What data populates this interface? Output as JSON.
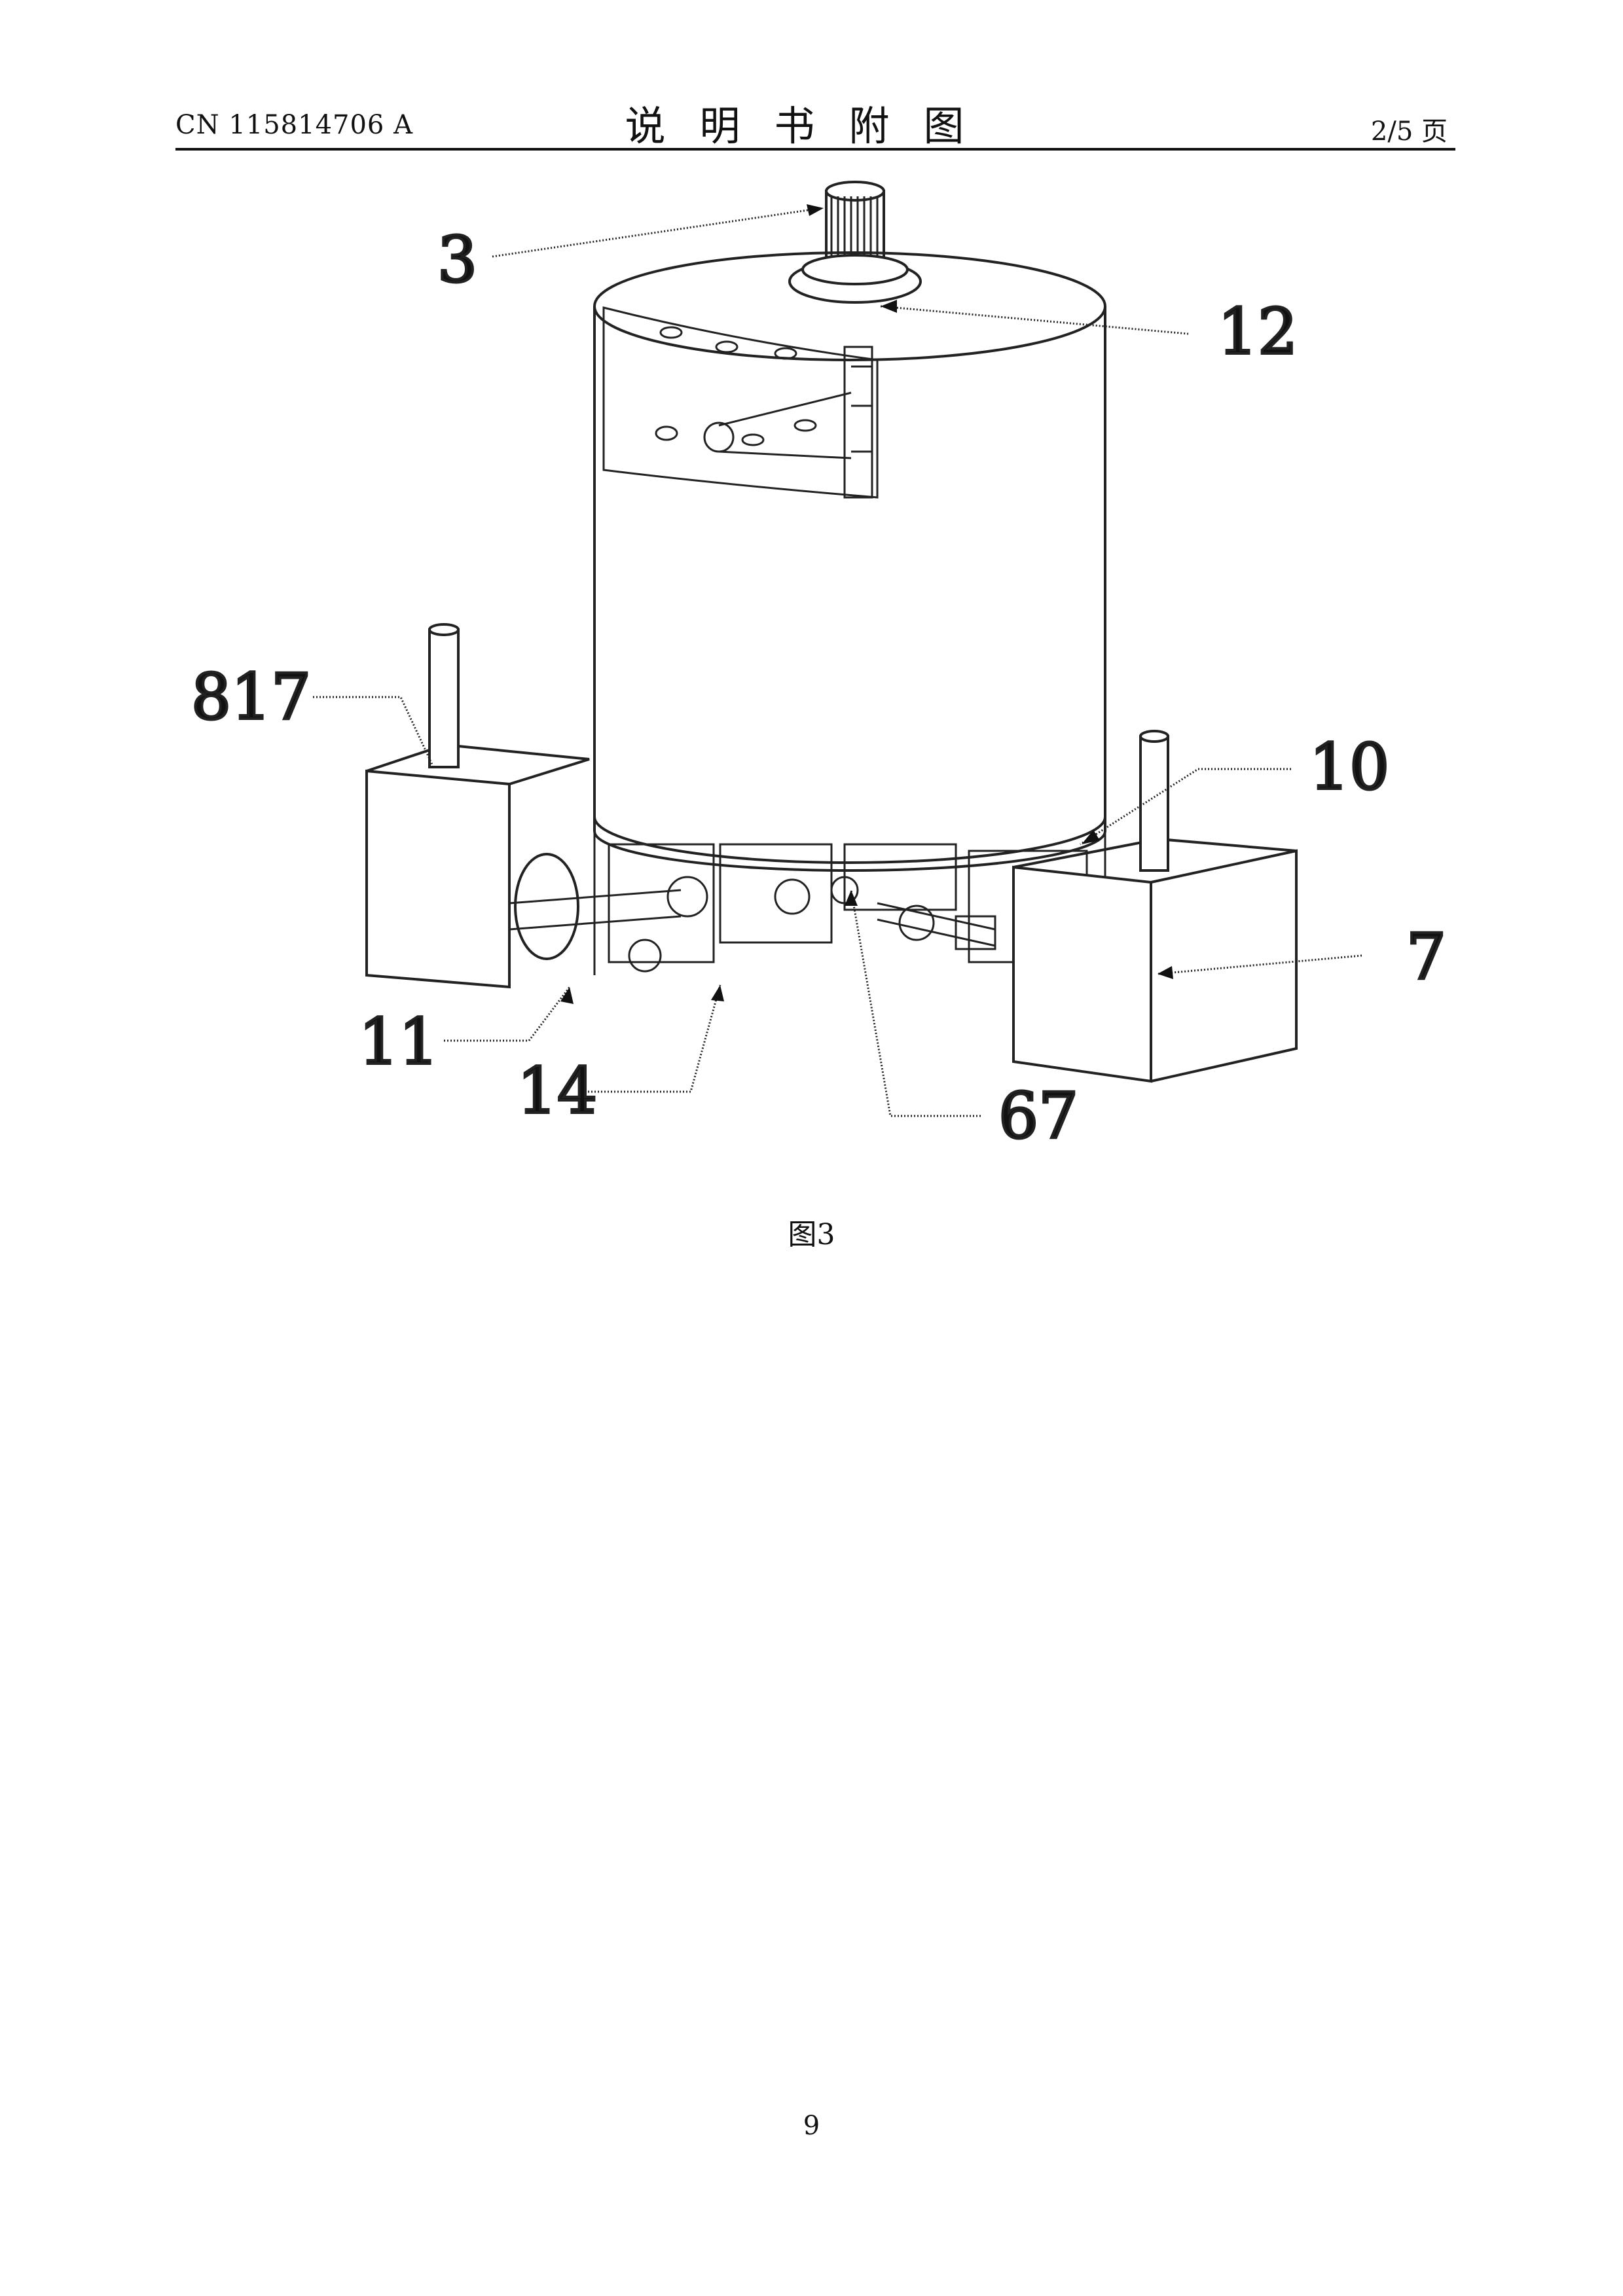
{
  "header": {
    "publication_number": "CN 115814706 A",
    "section_title": "说明书附图",
    "page_indicator": "2/5 页"
  },
  "figure": {
    "labels": {
      "l3": "3",
      "l12": "12",
      "l817": "817",
      "l10": "10",
      "l7": "7",
      "l11": "11",
      "l14": "14",
      "l67": "67"
    },
    "caption": "图3"
  },
  "footer": {
    "page_number": "9"
  }
}
